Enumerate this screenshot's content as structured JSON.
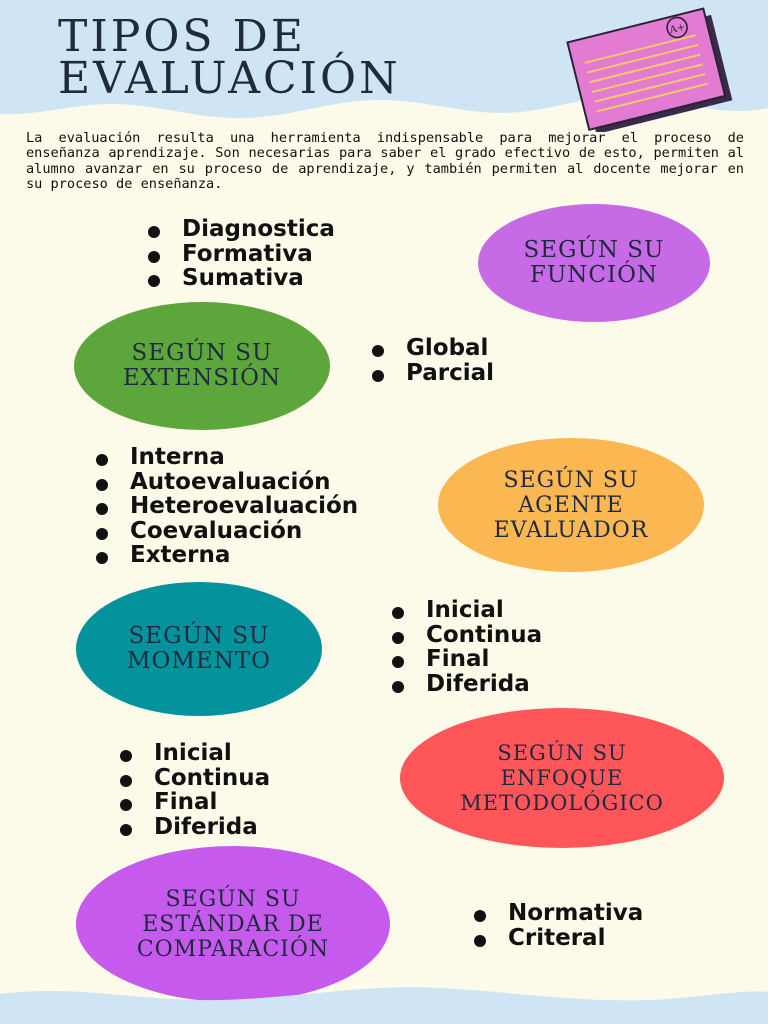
{
  "title": {
    "line1": "TIPOS DE",
    "line2": "EVALUACIÓN"
  },
  "intro": "La evaluación resulta una herramienta indispensable para mejorar el proceso de enseñanza aprendizaje. Son necesarias para saber el grado efectivo de esto, permiten al alumno avanzar en su proceso de aprendizaje, y también permiten al docente mejorar en su proceso de enseñanza.",
  "paper_icon": {
    "name": "graded-paper-icon",
    "grade": "A+"
  },
  "colors": {
    "header_blue": "#cfe4f4",
    "background": "#fcfae8",
    "purple": "#c76ae6",
    "green": "#5da63b",
    "orange": "#fbb752",
    "teal": "#04939c",
    "red": "#ff5659",
    "violet": "#c55aed"
  },
  "sections": [
    {
      "id": "funcion",
      "lines": [
        "SEGÚN SU",
        "FUNCIÓN"
      ],
      "items": [
        "Diagnostica",
        "Formativa",
        "Sumativa"
      ]
    },
    {
      "id": "extension",
      "lines": [
        "SEGÚN SU",
        "EXTENSIÓN"
      ],
      "items": [
        "Global",
        "Parcial"
      ]
    },
    {
      "id": "agente",
      "lines": [
        "SEGÚN SU",
        "AGENTE",
        "EVALUADOR"
      ],
      "items": [
        "Interna",
        "Autoevaluación",
        "Heteroevaluación",
        "Coevaluación",
        "Externa"
      ]
    },
    {
      "id": "momento",
      "lines": [
        "SEGÚN SU",
        "MOMENTO"
      ],
      "items": [
        "Inicial",
        "Continua",
        "Final",
        "Diferida"
      ]
    },
    {
      "id": "enfoque",
      "lines": [
        "SEGÚN SU",
        "ENFOQUE",
        "METODOLÓGICO"
      ],
      "items": [
        "Inicial",
        "Continua",
        "Final",
        "Diferida"
      ]
    },
    {
      "id": "estandar",
      "lines": [
        "SEGÚN SU",
        "ESTÁNDAR DE",
        "COMPARACIÓN"
      ],
      "items": [
        "Normativa",
        "Criteral"
      ]
    }
  ]
}
